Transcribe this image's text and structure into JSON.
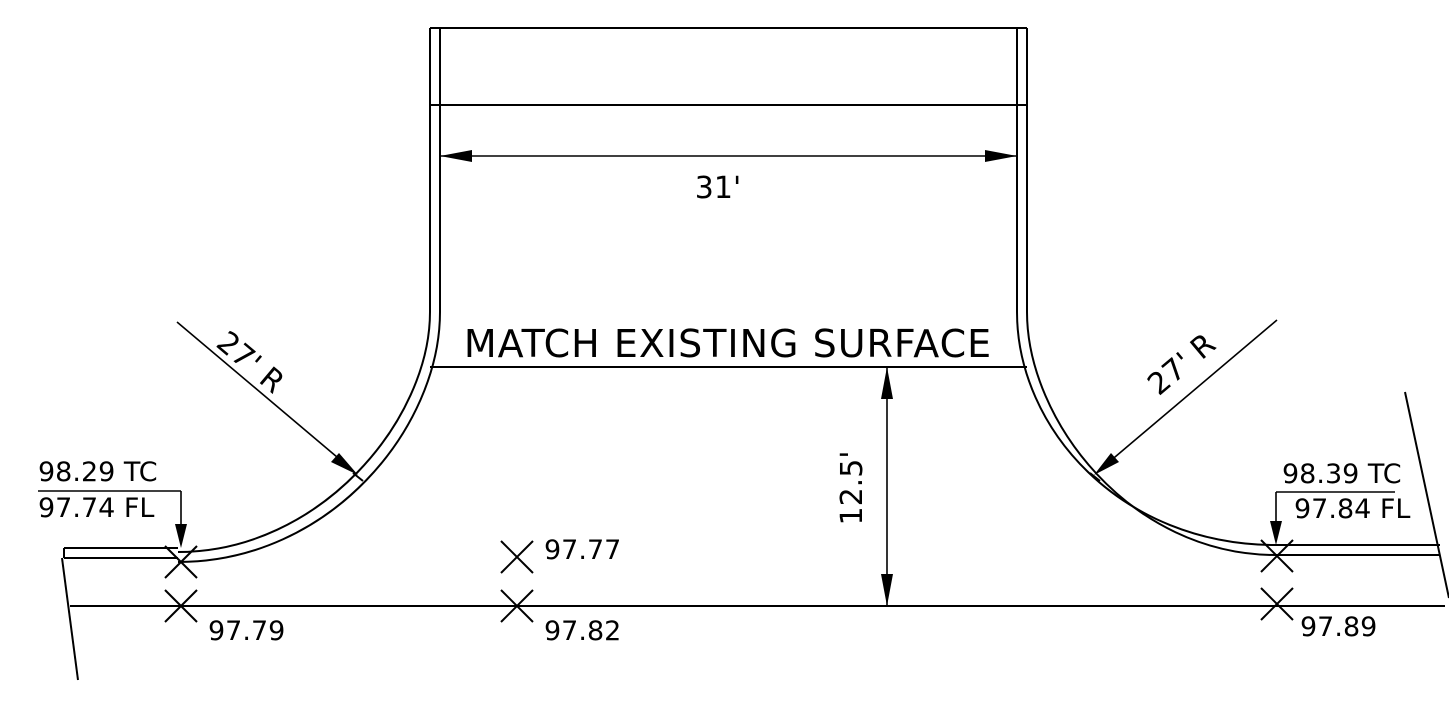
{
  "labels": {
    "width": "31'",
    "depth": "12.5'",
    "note": "MATCH EXISTING SURFACE",
    "radius_left": "27' R",
    "radius_right": "27' R"
  },
  "elevations": {
    "left_tc": "98.29 TC",
    "left_fl": "97.74 FL",
    "right_tc": "98.39 TC",
    "right_fl": "97.84 FL",
    "left_bottom": "97.79",
    "center_top": "97.77",
    "center_bottom": "97.82",
    "right_bottom": "97.89"
  }
}
